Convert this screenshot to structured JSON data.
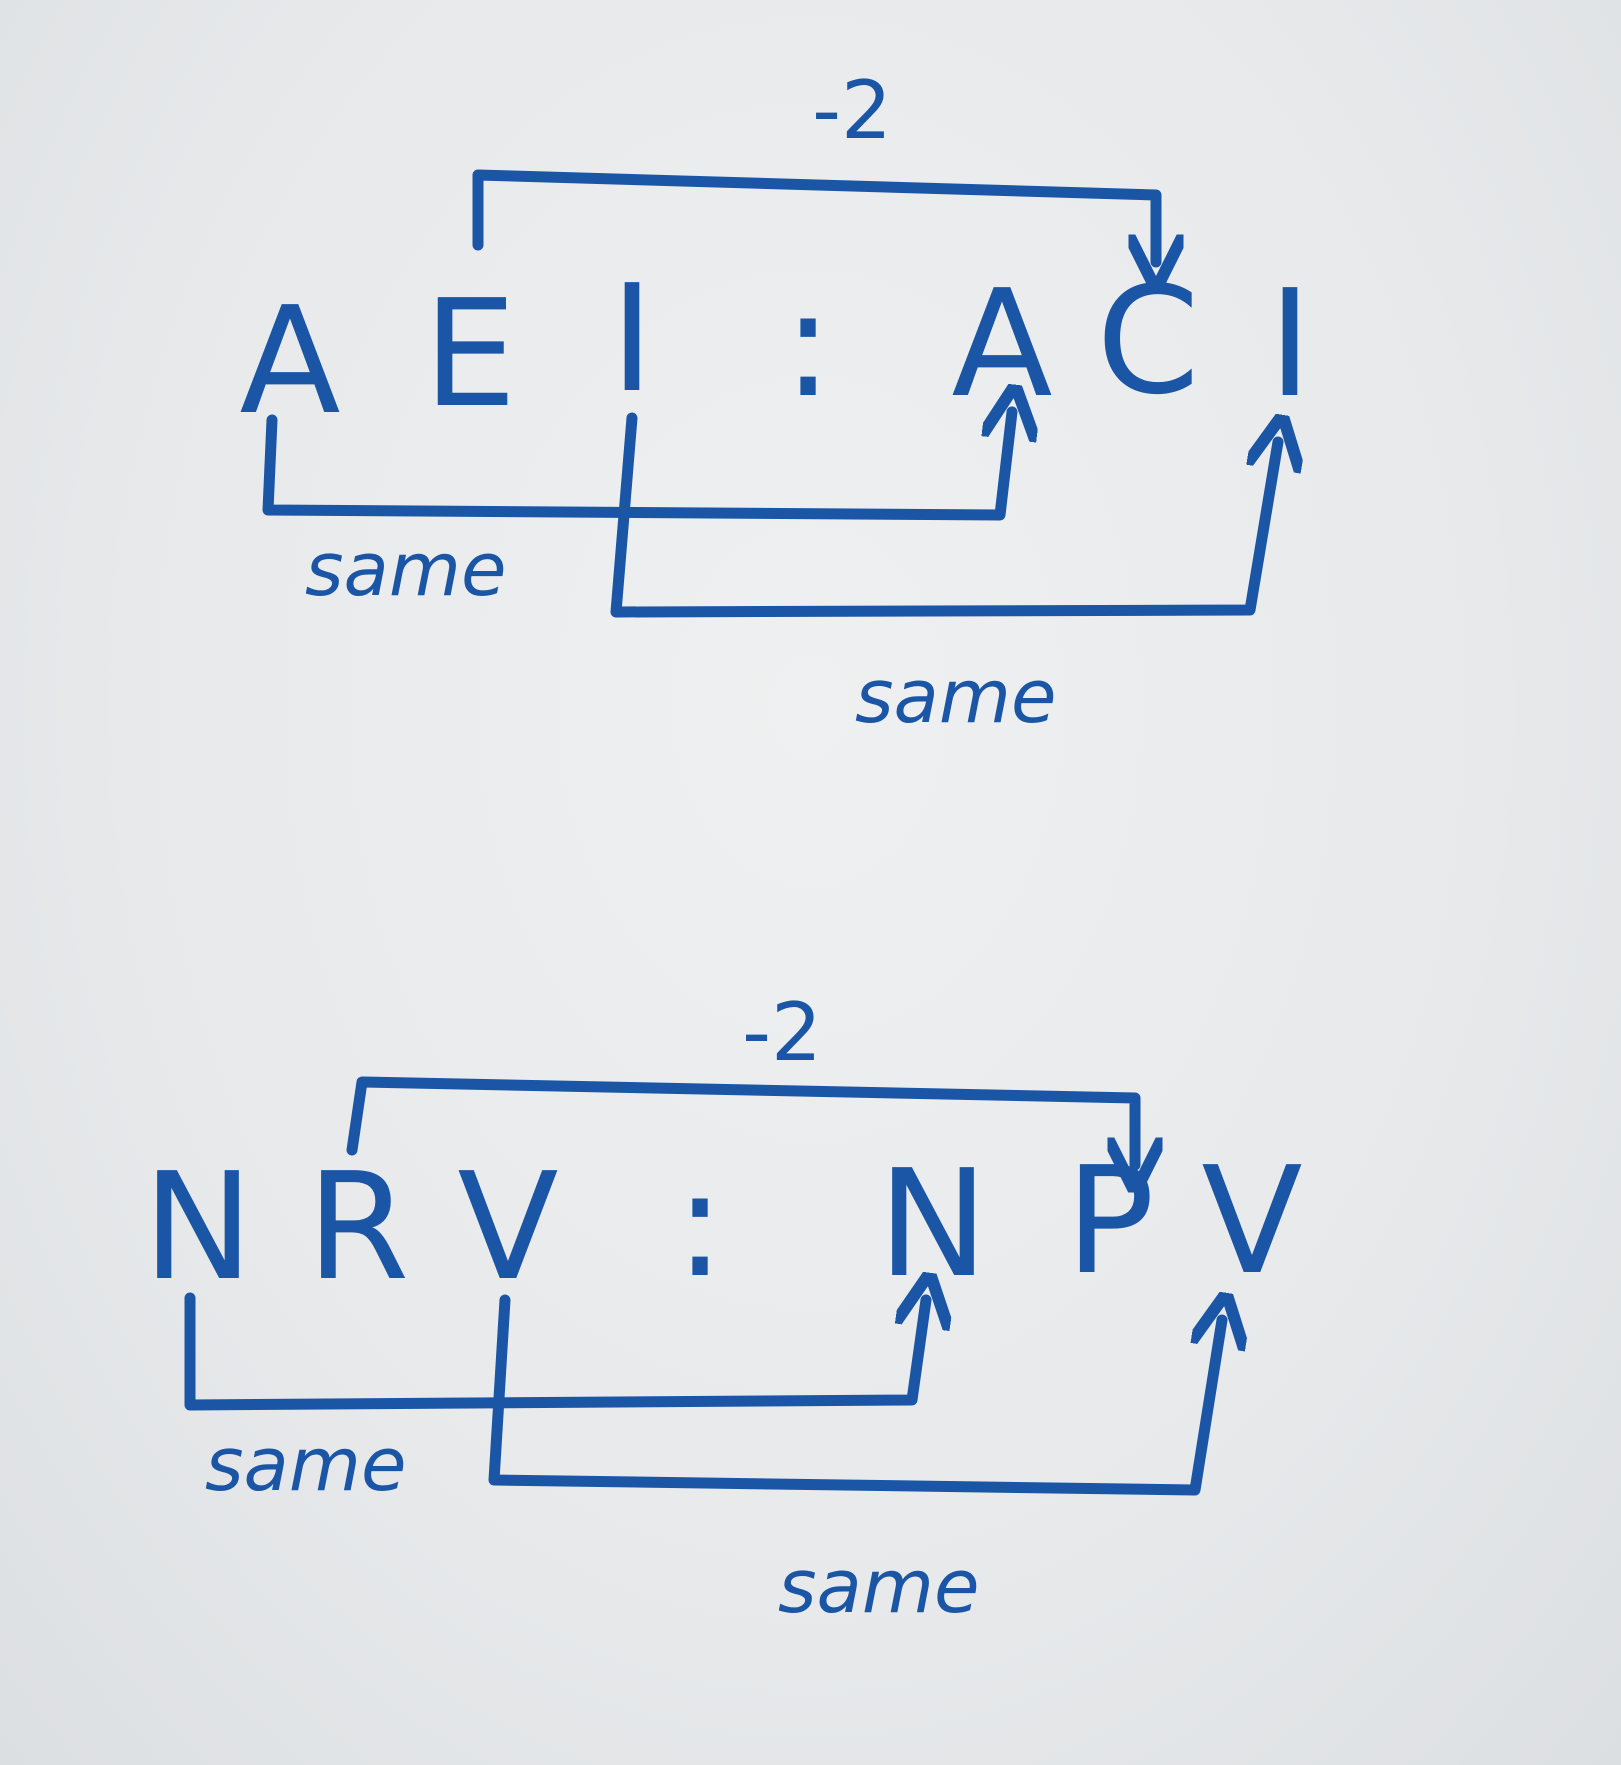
{
  "diagram": {
    "ink_color": "#1a55a6",
    "examples": [
      {
        "left": [
          "A",
          "E",
          "I"
        ],
        "separator": ":",
        "right": [
          "A",
          "C",
          "I"
        ],
        "top_label": "-2",
        "first_label": "same",
        "third_label": "same"
      },
      {
        "left": [
          "N",
          "R",
          "V"
        ],
        "separator": ":",
        "right": [
          "N",
          "P",
          "V"
        ],
        "top_label": "-2",
        "first_label": "same",
        "third_label": "same"
      }
    ]
  }
}
